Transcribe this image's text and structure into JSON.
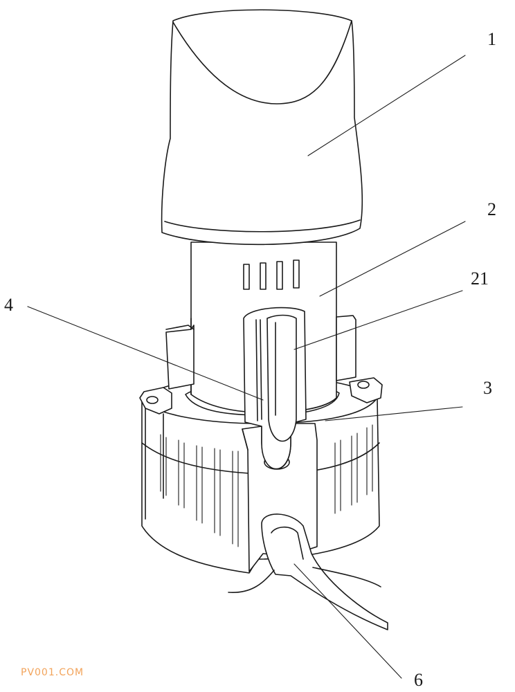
{
  "labels": {
    "l1": "1",
    "l2": "2",
    "l21": "21",
    "l3": "3",
    "l4": "4",
    "l6": "6"
  },
  "watermark": "PV001.COM",
  "colors": {
    "line": "#1a1a1a",
    "watermark": "#f2a35a"
  }
}
